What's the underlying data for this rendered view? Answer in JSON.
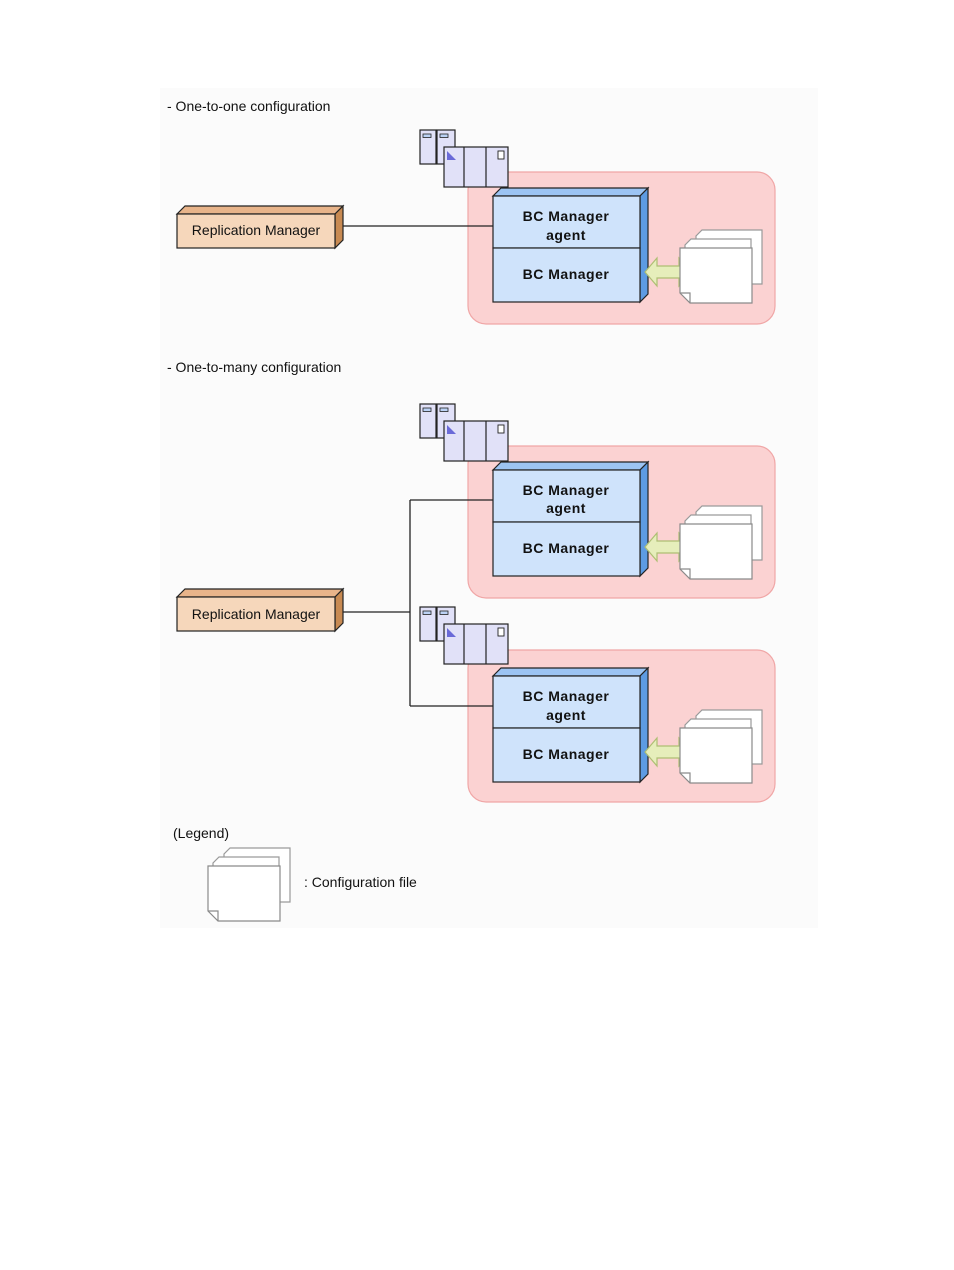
{
  "headings": {
    "one_to_one": "- One-to-one configuration",
    "one_to_many": "- One-to-many configuration"
  },
  "labels": {
    "replication_manager": "Replication Manager",
    "bc_manager_agent_line1": "BC Manager",
    "bc_manager_agent_line2": "agent",
    "bc_manager": "BC Manager"
  },
  "legend": {
    "title": "(Legend)",
    "config_file": ": Configuration file"
  },
  "colors": {
    "host_zone_fill": "#fbd2d2",
    "host_zone_stroke": "#f0a6a6",
    "bc_box_fill": "#cfe3fb",
    "bc_box_side": "#5d9be3",
    "replication_fill": "#f6d7bb",
    "replication_side": "#c88a52",
    "arrow_fill": "#e6eebb",
    "server_fill": "#e1e1f8",
    "panel_bg": "#fbfbfb"
  },
  "icons": [
    "server-icon",
    "config-file-icon",
    "bidirectional-arrow-icon"
  ]
}
